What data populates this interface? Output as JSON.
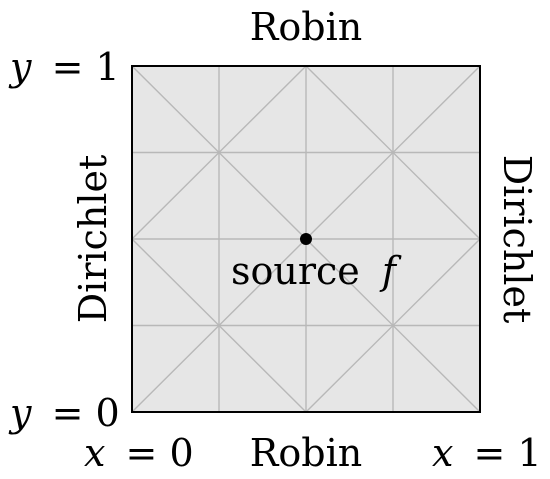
{
  "boundaries": {
    "top": "Robin",
    "bottom": "Robin",
    "left": "Dirichlet",
    "right": "Dirichlet"
  },
  "corner_labels": {
    "y_top": {
      "var": "y",
      "eq": "= 1"
    },
    "y_bottom": {
      "var": "y",
      "eq": "= 0"
    },
    "x_left": {
      "var": "x",
      "eq": "= 0"
    },
    "x_right": {
      "var": "x",
      "eq": "= 1"
    }
  },
  "source": {
    "label": "source",
    "symbol": "f"
  },
  "mesh": {
    "divisions": 4
  },
  "colors": {
    "domain_fill": "#e6e6e6",
    "mesh_line": "#b8b8b8",
    "border": "#000000",
    "source_point": "#000000"
  }
}
